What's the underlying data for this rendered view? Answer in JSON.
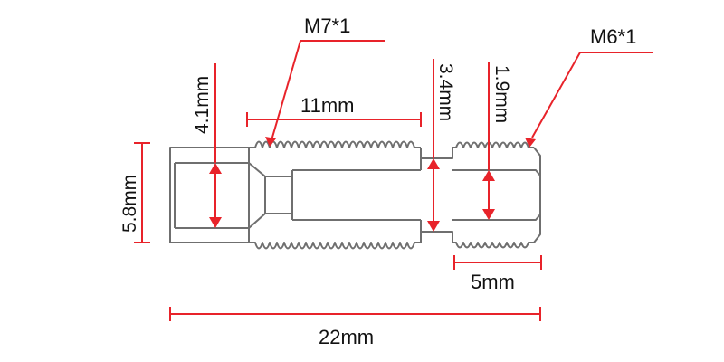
{
  "colors": {
    "dimension": "#e8232a",
    "outline": "#6f6f6f",
    "background": "#ffffff",
    "text": "#111111"
  },
  "labels": {
    "thread_large": "M7*1",
    "thread_small": "M6*1",
    "length_thread": "11mm",
    "dia_inner_large": "4.1mm",
    "dia_outer": "5.8mm",
    "dia_mid": "3.4mm",
    "dia_bore": "1.9mm",
    "length_tip": "5mm",
    "length_total": "22mm"
  }
}
